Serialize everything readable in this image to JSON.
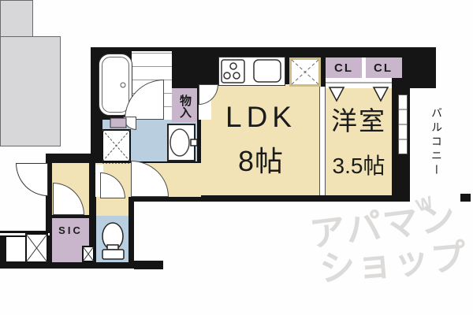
{
  "plan": {
    "rooms": {
      "ldk": {
        "label": "LDK",
        "size": "8帖"
      },
      "western": {
        "label": "洋室",
        "size": "3.5帖"
      },
      "balcony": {
        "label": "バルコニー"
      },
      "storage": {
        "label": "物入"
      },
      "closet_left": {
        "label": "CL"
      },
      "closet_right": {
        "label": "CL"
      },
      "shoe_closet": {
        "label": "SIC"
      }
    },
    "colors": {
      "room_floor": "#f1e3b5",
      "wet_area": "#b9cfdf",
      "closet": "#c9b6cd",
      "balcony": "#d7d7d9",
      "wall": "#151515",
      "watermark": "#dcdbda"
    },
    "watermark": {
      "line1": "アパマン",
      "line2": "ショップ",
      "mark": "W"
    }
  }
}
